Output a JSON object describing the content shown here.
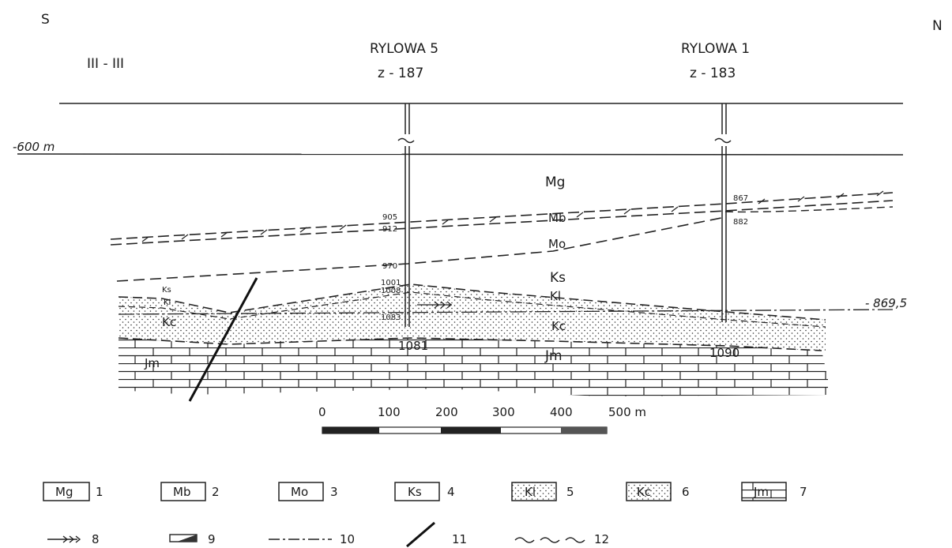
{
  "header": {
    "south": "S",
    "north": "N",
    "section": "III - III"
  },
  "wells": [
    {
      "name": "RYLOWA 5",
      "elev": "z - 187"
    },
    {
      "name": "RYLOWA 1",
      "elev": "z - 183"
    }
  ],
  "depth_ref": "-600 m",
  "right_level": "- 869,5",
  "units": {
    "Mg": "Mg",
    "Mb": "Mb",
    "Mo": "Mo",
    "Ks": "Ks",
    "Kl": "Kl",
    "Kc": "Kc",
    "Jm": "Jm",
    "Ks_left": "Ks",
    "Kc_left": "Kc",
    "Jm_left": "Jm",
    "Kl_left": "Kl"
  },
  "depths_w5": [
    "905",
    "912",
    "970",
    "1001",
    "1008",
    "1083",
    "1081"
  ],
  "depths_w1": [
    "867",
    "882",
    "1090"
  ],
  "scale": {
    "ticks": [
      "0",
      "100",
      "200",
      "300",
      "400",
      "500 m"
    ]
  },
  "legend": [
    {
      "code": "Mg",
      "num": "1"
    },
    {
      "code": "Mb",
      "num": "2"
    },
    {
      "code": "Mo",
      "num": "3"
    },
    {
      "code": "Ks",
      "num": "4"
    },
    {
      "code": "Kl",
      "num": "5"
    },
    {
      "code": "Kc",
      "num": "6"
    },
    {
      "code": "Jm",
      "num": "7"
    }
  ],
  "legend2": [
    "8",
    "9",
    "10",
    "11",
    "12"
  ]
}
